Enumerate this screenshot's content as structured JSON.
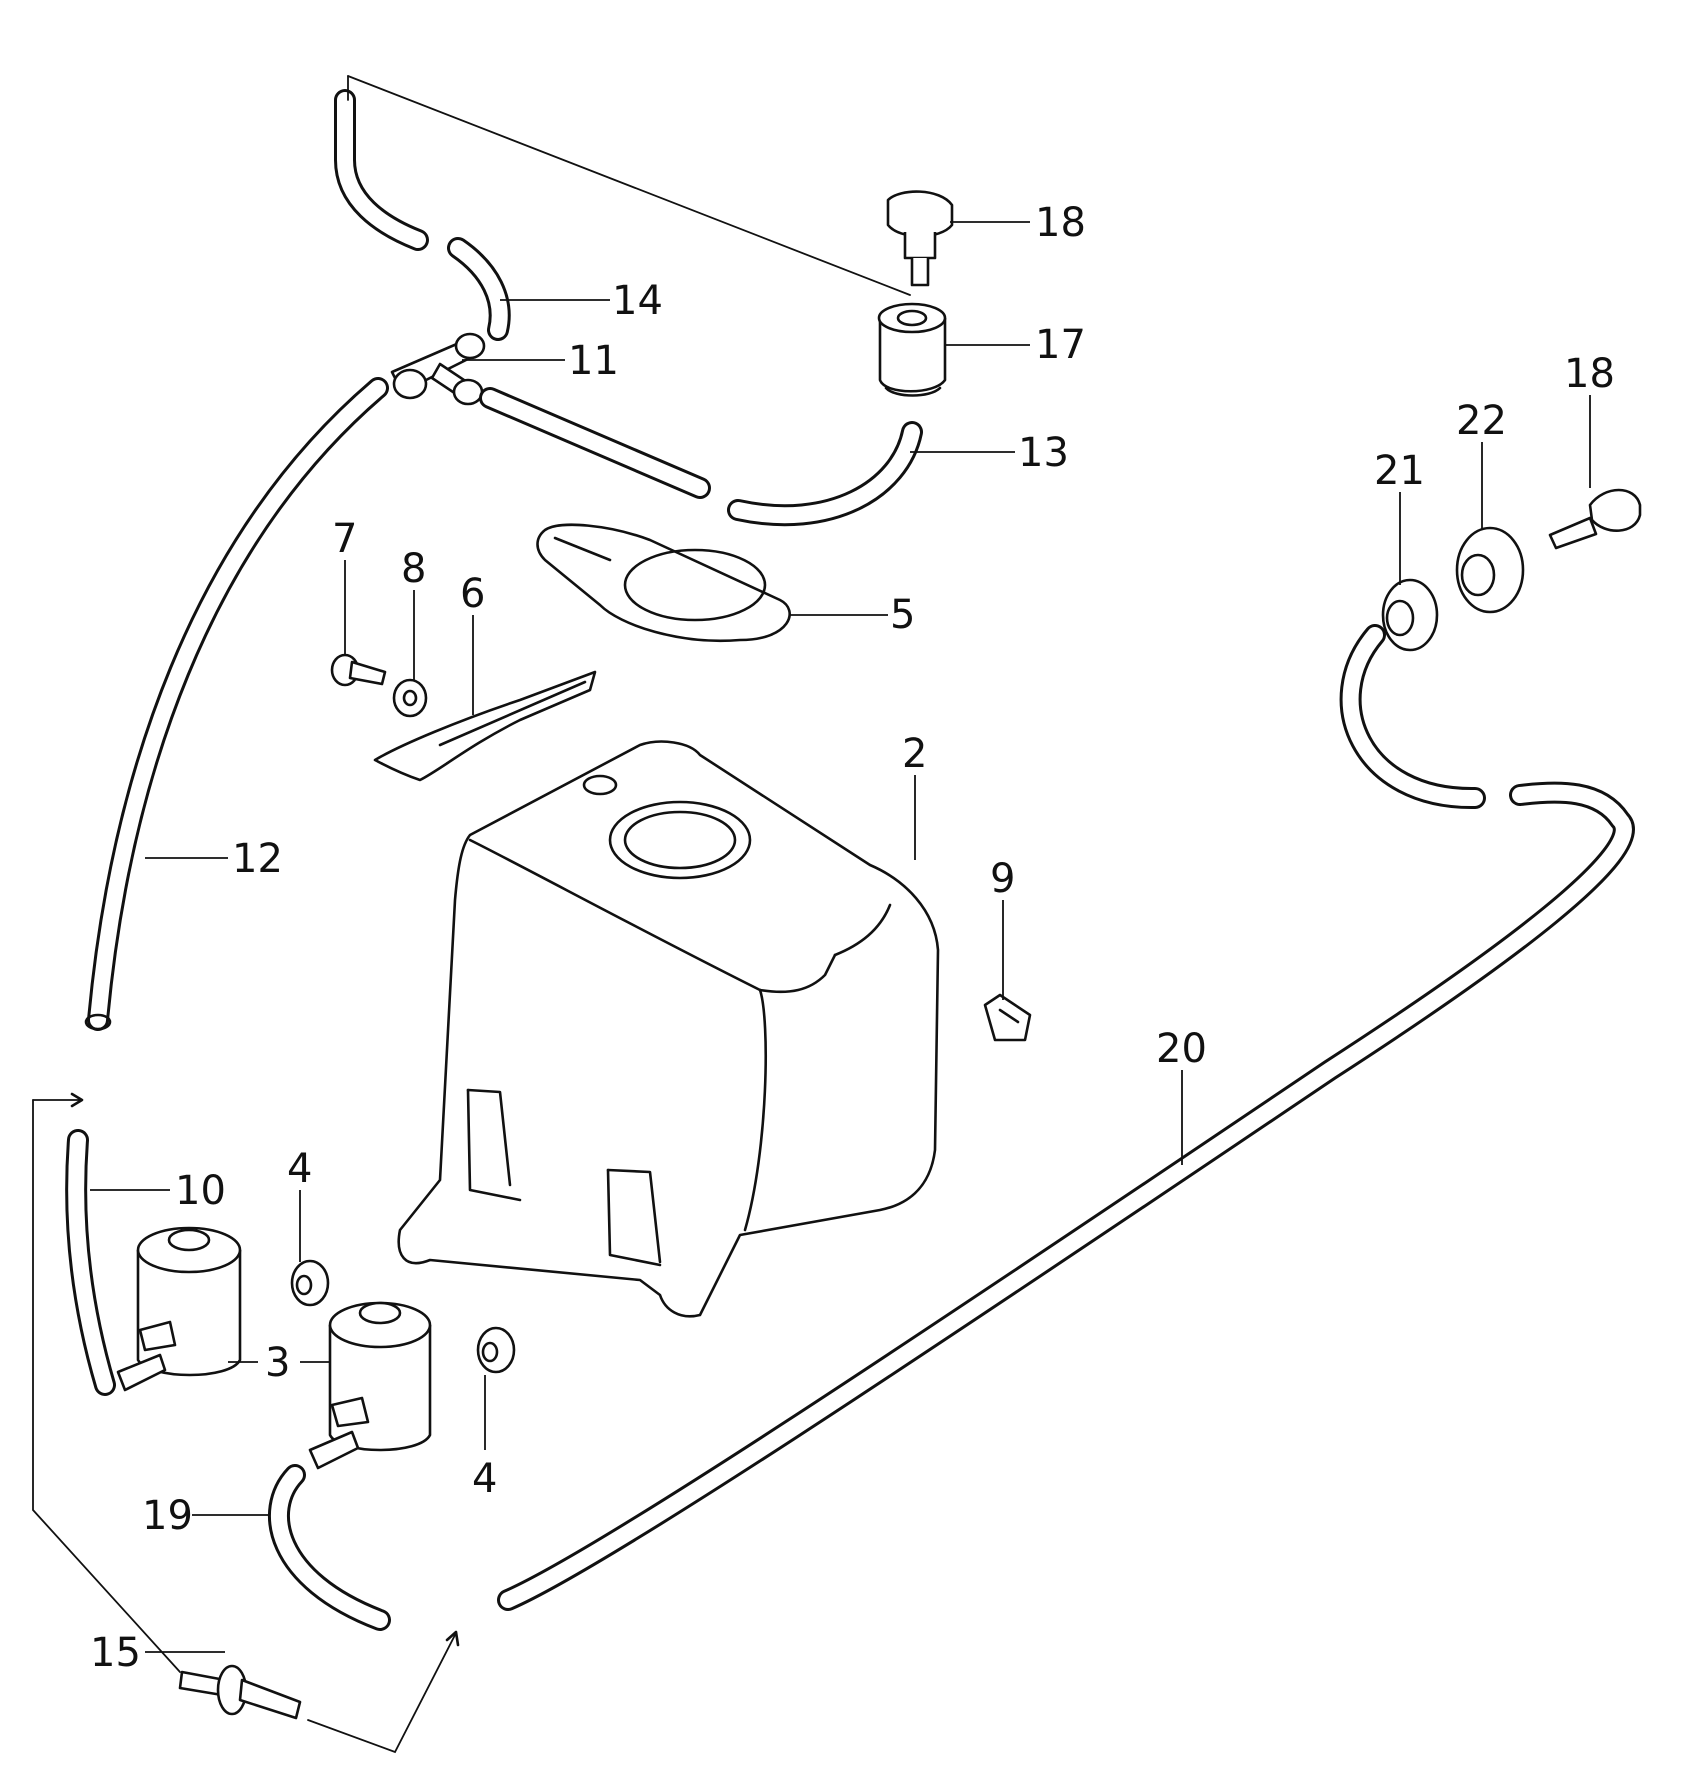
{
  "callouts": {
    "c2": "2",
    "c3": "3",
    "c4a": "4",
    "c4b": "4",
    "c5": "5",
    "c6": "6",
    "c7": "7",
    "c8": "8",
    "c9": "9",
    "c10": "10",
    "c11": "11",
    "c12": "12",
    "c13": "13",
    "c14": "14",
    "c15": "15",
    "c17": "17",
    "c18a": "18",
    "c18b": "18",
    "c19": "19",
    "c20": "20",
    "c21": "21",
    "c22": "22"
  }
}
